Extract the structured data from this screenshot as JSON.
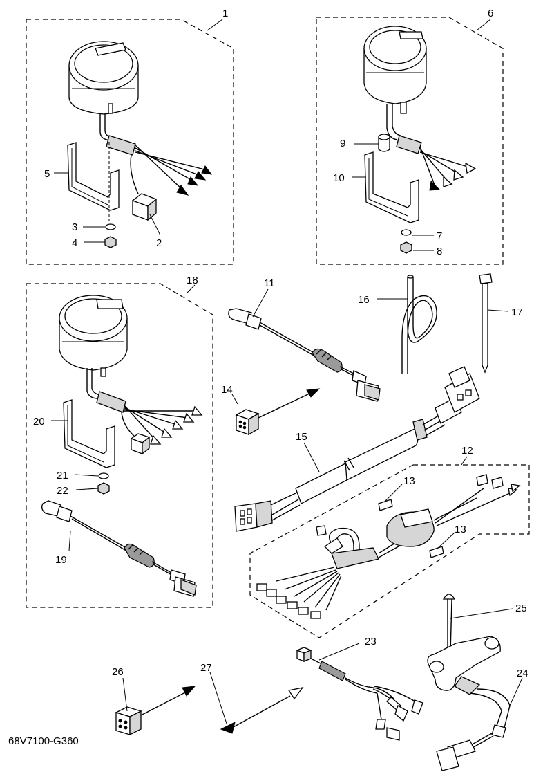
{
  "drawing_code": "68V7100-G360",
  "callouts": [
    {
      "id": "c1",
      "text": "1"
    },
    {
      "id": "c2",
      "text": "2"
    },
    {
      "id": "c3",
      "text": "3"
    },
    {
      "id": "c4",
      "text": "4"
    },
    {
      "id": "c5",
      "text": "5"
    },
    {
      "id": "c6",
      "text": "6"
    },
    {
      "id": "c7",
      "text": "7"
    },
    {
      "id": "c8",
      "text": "8"
    },
    {
      "id": "c9",
      "text": "9"
    },
    {
      "id": "c10",
      "text": "10"
    },
    {
      "id": "c11",
      "text": "11"
    },
    {
      "id": "c12",
      "text": "12"
    },
    {
      "id": "c13a",
      "text": "13"
    },
    {
      "id": "c13b",
      "text": "13"
    },
    {
      "id": "c14",
      "text": "14"
    },
    {
      "id": "c15",
      "text": "15"
    },
    {
      "id": "c16",
      "text": "16"
    },
    {
      "id": "c17",
      "text": "17"
    },
    {
      "id": "c18",
      "text": "18"
    },
    {
      "id": "c19",
      "text": "19"
    },
    {
      "id": "c20",
      "text": "20"
    },
    {
      "id": "c21",
      "text": "21"
    },
    {
      "id": "c22",
      "text": "22"
    },
    {
      "id": "c23",
      "text": "23"
    },
    {
      "id": "c24",
      "text": "24"
    },
    {
      "id": "c25",
      "text": "25"
    },
    {
      "id": "c26",
      "text": "26"
    },
    {
      "id": "c27",
      "text": "27"
    }
  ]
}
